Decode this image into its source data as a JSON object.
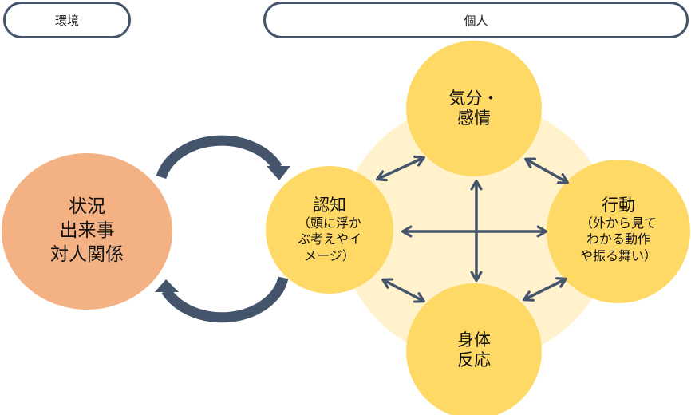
{
  "header": {
    "environment_label": "環境",
    "individual_label": "個人"
  },
  "nodes": {
    "situation": {
      "lines": [
        "状況",
        "出来事",
        "対人関係"
      ]
    },
    "mood": {
      "title": "気分・",
      "title2": "感情"
    },
    "cognition": {
      "title": "認知",
      "sub": [
        "（頭に浮か",
        "ぶ考えやイ",
        "メージ）"
      ]
    },
    "behavior": {
      "title": "行動",
      "sub": [
        "（外から見て",
        "わかる動作",
        "や振る舞い）"
      ]
    },
    "body": {
      "title": "身体",
      "title2": "反応"
    }
  },
  "colors": {
    "accent_dark": "#44546a",
    "situation_fill": "#f4b183",
    "node_fill": "#ffd966",
    "halo_fill": "#fff2cc"
  }
}
